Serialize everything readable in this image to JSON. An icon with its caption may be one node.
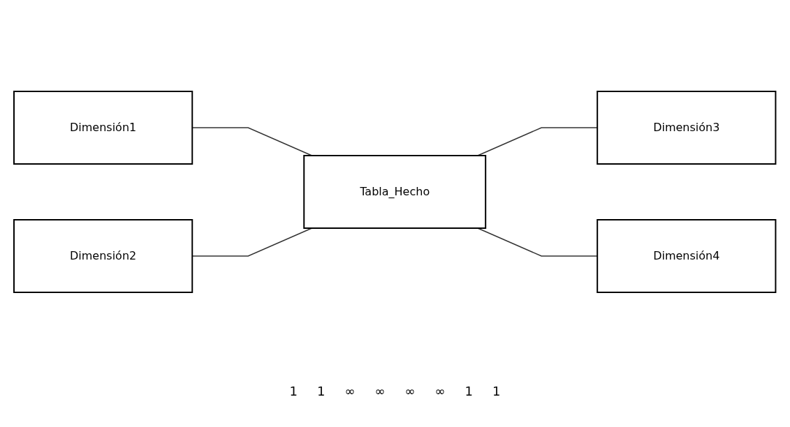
{
  "diagram": {
    "nodes": [
      {
        "text": [
          "Dimensión1"
        ]
      },
      {
        "text": [
          "Dimensión3"
        ]
      },
      {
        "text": [
          "Tabla_Hecho"
        ]
      },
      {
        "text": [
          "Dimensión2"
        ]
      },
      {
        "text": [
          "Dimensión4"
        ]
      }
    ],
    "edges": [
      {
        "from": 0,
        "to": 2,
        "arrow": "none"
      },
      {
        "from": 2,
        "to": 1,
        "arrow": "none"
      },
      {
        "from": 3,
        "to": 2,
        "arrow": "none"
      },
      {
        "from": 2,
        "to": 4,
        "arrow": "none"
      }
    ],
    "labels": [
      "1",
      "1",
      "∞",
      "∞",
      "∞",
      "∞",
      "1",
      "1"
    ]
  }
}
